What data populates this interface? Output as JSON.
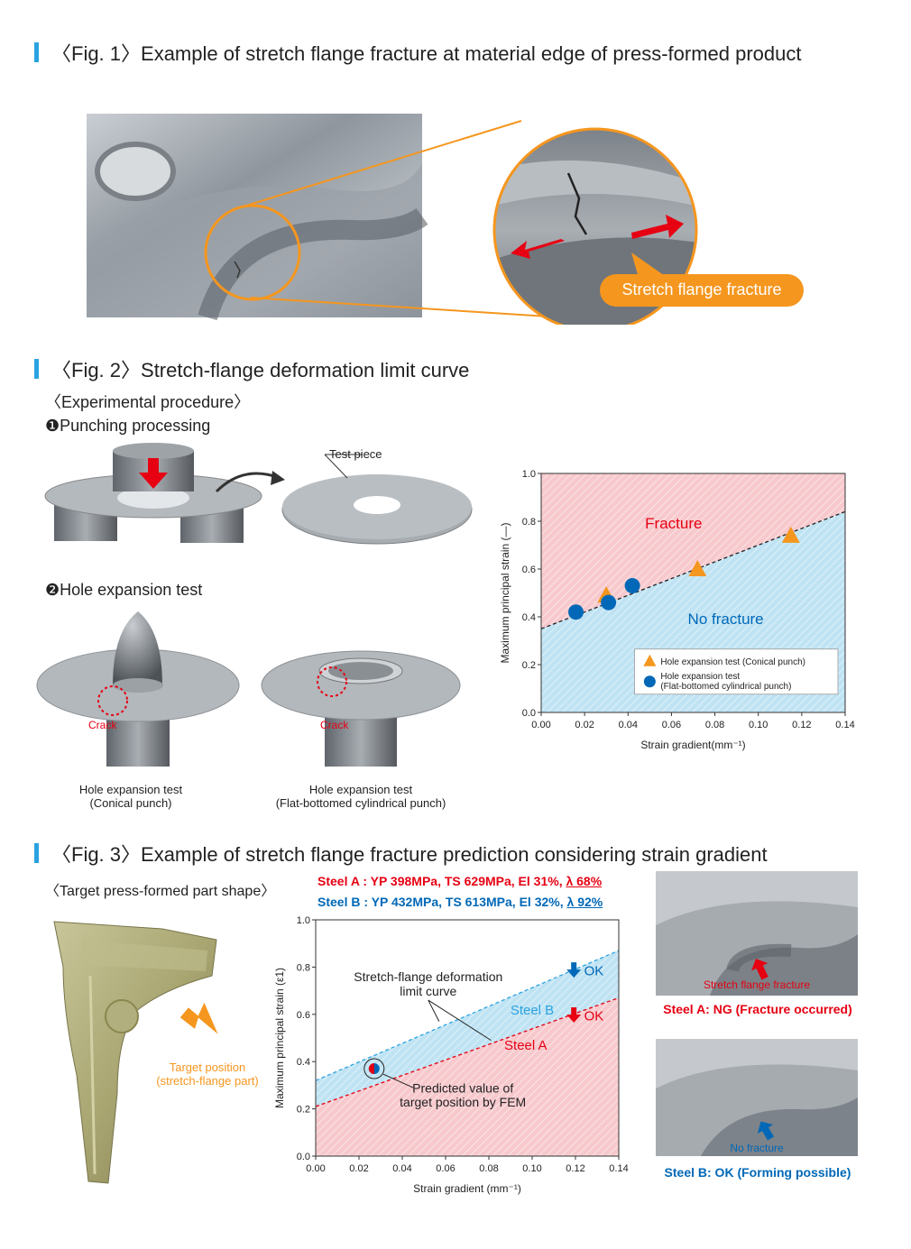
{
  "fig1": {
    "title": "〈Fig. 1〉Example of stretch flange fracture at material edge of press-formed product",
    "callout": "Stretch flange fracture"
  },
  "fig2": {
    "title": "〈Fig. 2〉Stretch-flange deformation limit curve",
    "procedure": "〈Experimental procedure〉",
    "step1": "❶Punching processing",
    "step2": "❷Hole expansion test",
    "test_piece": "Test piece",
    "crack": "Crack",
    "caption_conical": [
      "Hole expansion test",
      "(Conical punch)"
    ],
    "caption_flat": [
      "Hole expansion test",
      "(Flat-bottomed cylindrical punch)"
    ]
  },
  "fig3": {
    "title": "〈Fig. 3〉Example of stretch flange fracture prediction considering strain gradient",
    "target_shape": "〈Target press-formed part shape〉",
    "target_position": [
      "Target position",
      "(stretch-flange part)"
    ],
    "steelA_spec": "Steel A : YP 398MPa, TS 629MPa, El 31%, ",
    "steelA_lambda": "λ 68%",
    "steelB_spec": "Steel B : YP 432MPa, TS 613MPa, El 32%, ",
    "steelB_lambda": "λ 92%",
    "photo_a_label": "Stretch flange fracture",
    "photo_a_caption": "Steel A: NG (Fracture occurred)",
    "photo_b_label": "No fracture",
    "photo_b_caption": "Steel B: OK (Forming possible)"
  },
  "colors": {
    "accent_blue": "#2aa3e0",
    "orange": "#f5961e",
    "red": "#e60012",
    "blue": "#0068b7",
    "red_zone": "#f7c9cd",
    "blue_zone": "#bfe3f3"
  },
  "chart_data": [
    {
      "type": "scatter",
      "xlabel": "Strain gradient(mm⁻¹)",
      "ylabel": "Maximum principal strain (—)",
      "xlim": [
        0,
        0.14
      ],
      "ylim": [
        0,
        1.0
      ],
      "xticks": [
        "0.00",
        "0.02",
        "0.04",
        "0.06",
        "0.08",
        "0.10",
        "0.12",
        "0.14"
      ],
      "yticks": [
        "0.0",
        "0.2",
        "0.4",
        "0.6",
        "0.8",
        "1.0"
      ],
      "region_upper": "Fracture",
      "region_lower": "No fracture",
      "limit_line": {
        "x": [
          0,
          0.14
        ],
        "y": [
          0.35,
          0.84
        ]
      },
      "series": [
        {
          "name": "Hole expansion test (Conical punch)",
          "marker": "triangle",
          "color": "#f5961e",
          "x": [
            0.03,
            0.072,
            0.115
          ],
          "y": [
            0.49,
            0.6,
            0.74
          ]
        },
        {
          "name": "Hole expansion test (Flat-bottomed cylindrical punch)",
          "marker": "circle",
          "color": "#0068b7",
          "x": [
            0.016,
            0.031,
            0.042
          ],
          "y": [
            0.42,
            0.46,
            0.53
          ]
        }
      ],
      "legend": [
        "Hole expansion test (Conical punch)",
        "Hole expansion test",
        "(Flat-bottomed cylindrical punch)"
      ]
    },
    {
      "type": "line",
      "xlabel": "Strain gradient (mm⁻¹)",
      "ylabel": "Maximum principal strain (ε1)",
      "xlim": [
        0,
        0.14
      ],
      "ylim": [
        0,
        1.0
      ],
      "xticks": [
        "0.00",
        "0.02",
        "0.04",
        "0.06",
        "0.08",
        "0.10",
        "0.12",
        "0.14"
      ],
      "yticks": [
        "0.0",
        "0.2",
        "0.4",
        "0.6",
        "0.8",
        "1.0"
      ],
      "series": [
        {
          "name": "Steel B",
          "color": "#2aa3e0",
          "x": [
            0,
            0.14
          ],
          "y": [
            0.32,
            0.87
          ]
        },
        {
          "name": "Steel A",
          "color": "#e60012",
          "x": [
            0,
            0.14
          ],
          "y": [
            0.21,
            0.67
          ]
        }
      ],
      "point": {
        "x": 0.027,
        "y": 0.37
      },
      "annotation_curve": [
        "Stretch-flange deformation",
        "limit curve"
      ],
      "annotation_point": [
        "Predicted value of",
        "target position by FEM"
      ],
      "ok_label": "OK"
    }
  ]
}
